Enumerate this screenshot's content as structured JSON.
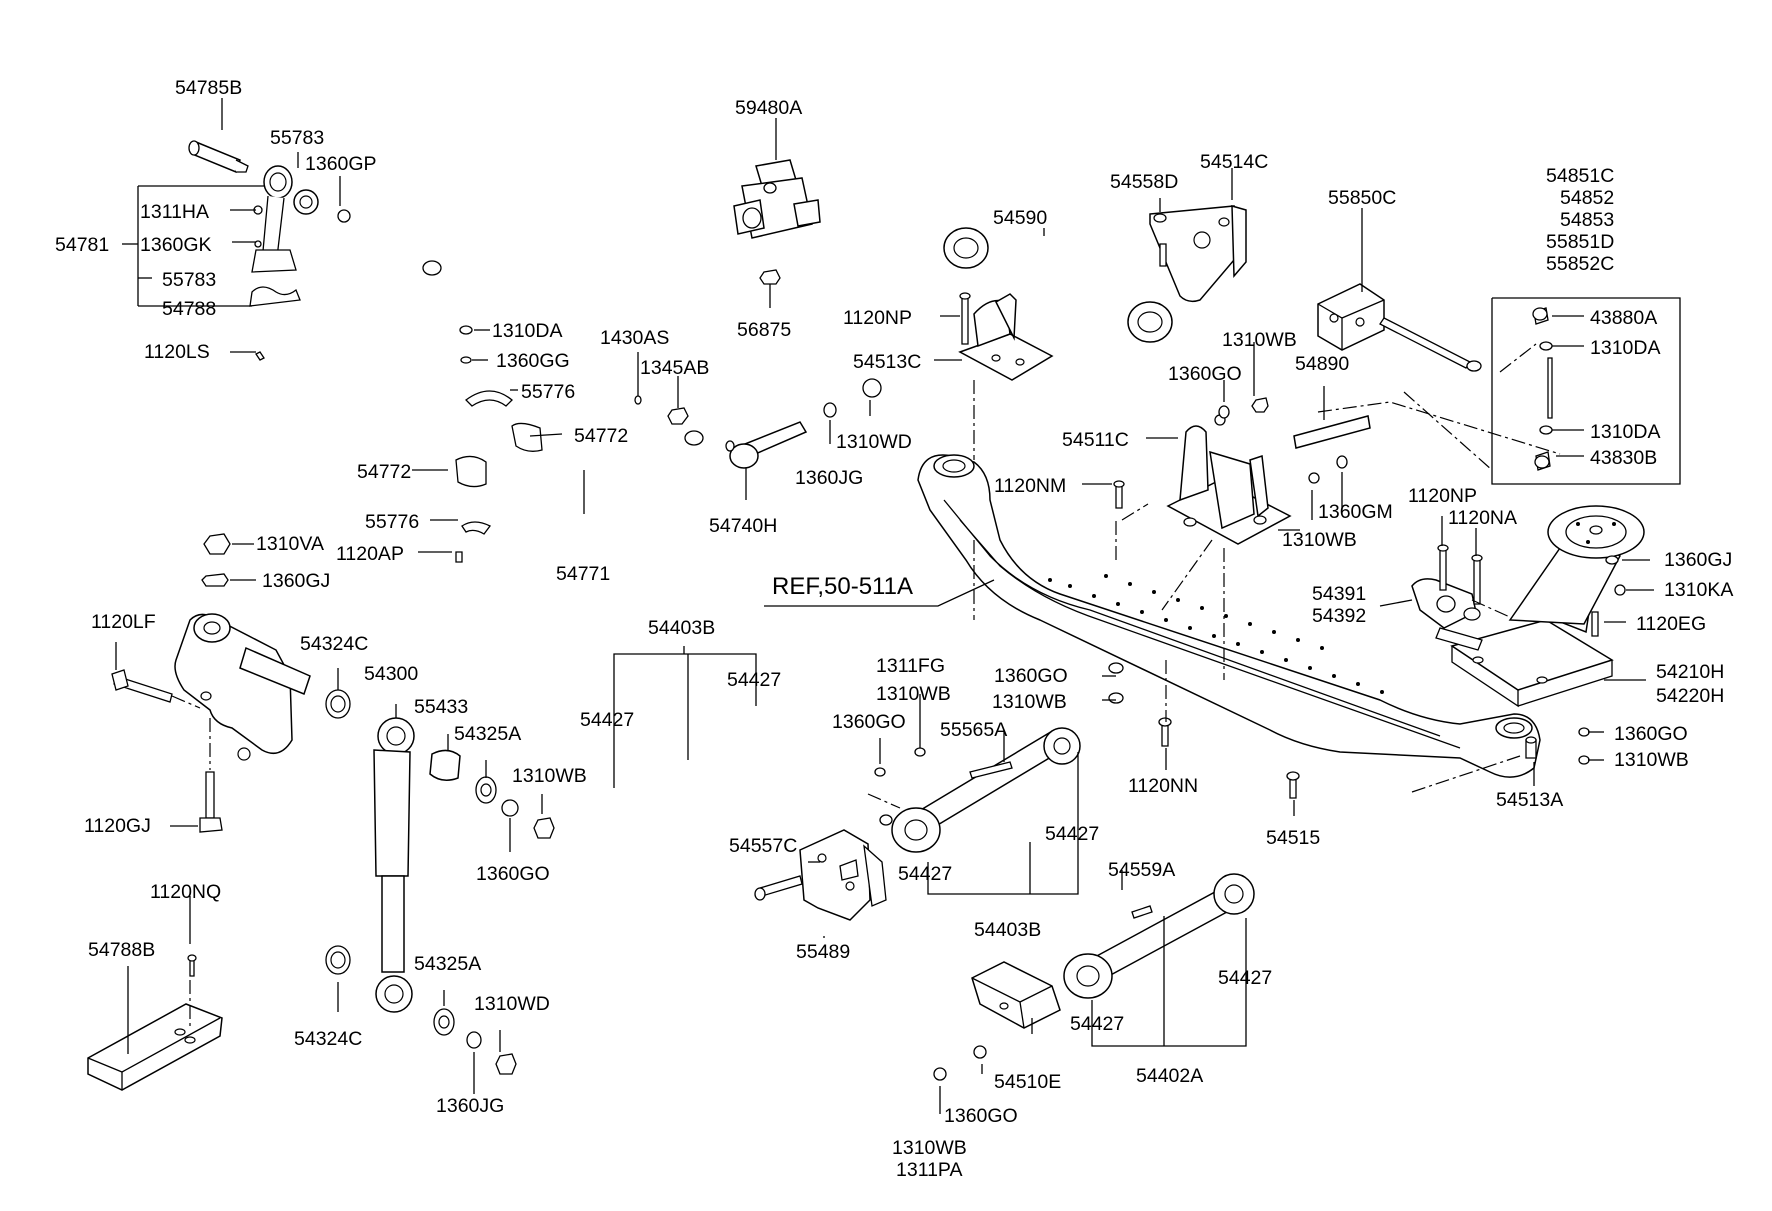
{
  "labels": {
    "p54785B": "54785B",
    "p55783_a": "55783",
    "p1360GP": "1360GP",
    "p1311HA": "1311HA",
    "p54781": "54781",
    "p1360GK": "1360GK",
    "p55783_b": "55783",
    "p54788": "54788",
    "p1120LS": "1120LS",
    "p59480A": "59480A",
    "p56875": "56875",
    "p1310DA_a": "1310DA",
    "p1360GG": "1360GG",
    "p1430AS": "1430AS",
    "p1345AB": "1345AB",
    "p55776_a": "55776",
    "p54772_a": "54772",
    "p54772_b": "54772",
    "p55776_b": "55776",
    "p1310VA": "1310VA",
    "p1120AP": "1120AP",
    "p1360GJ_a": "1360GJ",
    "p54771": "54771",
    "p54740H": "54740H",
    "p1310WD_a": "1310WD",
    "p1360JG_a": "1360JG",
    "p1120LF": "1120LF",
    "p54324C_a": "54324C",
    "p54300": "54300",
    "p55433": "55433",
    "p54325A_a": "54325A",
    "p1310WB_a": "1310WB",
    "p1360GO_a": "1360GO",
    "p1120GJ": "1120GJ",
    "p54403B_a": "54403B",
    "p54427_a": "54427",
    "p54427_b": "54427",
    "p1120NQ": "1120NQ",
    "p54788B": "54788B",
    "p54324C_b": "54324C",
    "p54325A_b": "54325A",
    "p1310WD_b": "1310WD",
    "p1360JG_b": "1360JG",
    "p54590": "54590",
    "p54558D": "54558D",
    "p54514C": "54514C",
    "p1120NP_a": "1120NP",
    "p54513C": "54513C",
    "p55850C": "55850C",
    "p54851C": "54851C",
    "p54852": "54852",
    "p54853": "54853",
    "p55851D": "55851D",
    "p55852C": "55852C",
    "p43880A": "43880A",
    "p1310DA_b": "1310DA",
    "p1310DA_c": "1310DA",
    "p43830B": "43830B",
    "p1310WB_b": "1310WB",
    "p1360GO_b": "1360GO",
    "p54890": "54890",
    "p54511C": "54511C",
    "p1120NM": "1120NM",
    "p1360GM": "1360GM",
    "p1310WB_c": "1310WB",
    "p1120NP_b": "1120NP",
    "p1120NA": "1120NA",
    "p1360GJ_b": "1360GJ",
    "p1310KA": "1310KA",
    "p54391": "54391",
    "p54392": "54392",
    "p1120EG": "1120EG",
    "pREF": "REF,50-511A",
    "p54210H": "54210H",
    "p54220H": "54220H",
    "p1311FG": "1311FG",
    "p1310WB_d": "1310WB",
    "p1360GO_c": "1360GO",
    "p1310WB_e": "1310WB",
    "p1360GO_d": "1360GO",
    "p55565A": "55565A",
    "p1360GO_e": "1360GO",
    "p1310WB_f": "1310WB",
    "p1120NN": "1120NN",
    "p54513A": "54513A",
    "p54515": "54515",
    "p54557C": "54557C",
    "p54427_c": "54427",
    "p54427_d": "54427",
    "p54403B_b": "54403B",
    "p55489": "55489",
    "p54559A": "54559A",
    "p54427_e": "54427",
    "p54427_f": "54427",
    "p54402A": "54402A",
    "p54510E": "54510E",
    "p1360GO_f": "1360GO",
    "p1310WB_g": "1310WB",
    "p1311PA": "1311PA"
  }
}
